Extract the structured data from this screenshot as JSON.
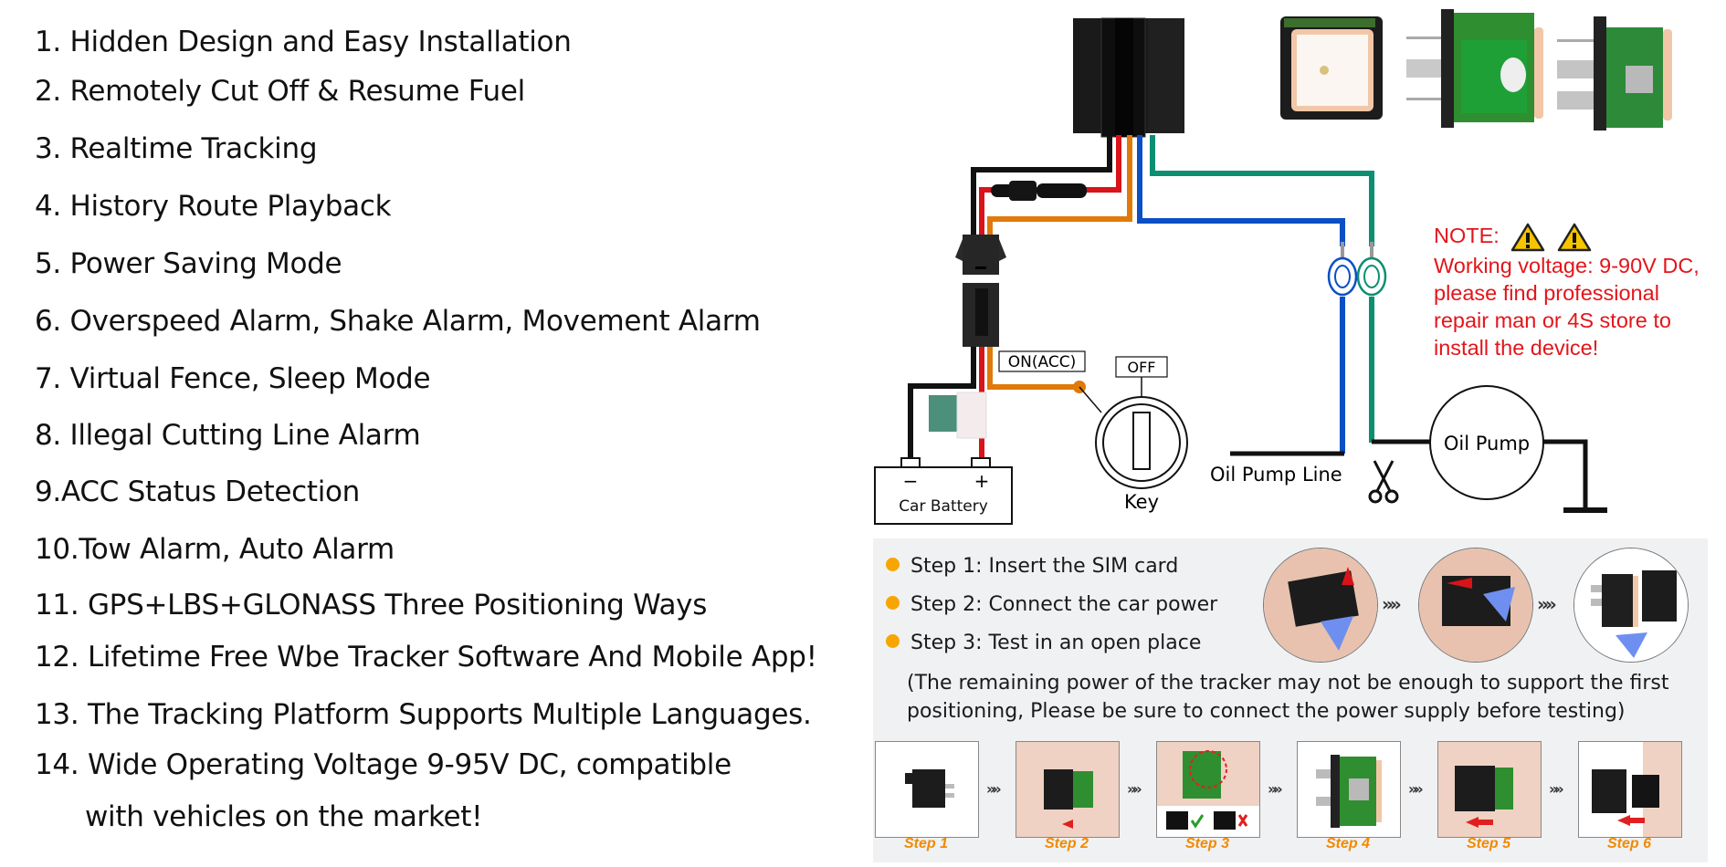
{
  "features": [
    {
      "text": "1. Hidden Design and Easy Installation"
    },
    {
      "text": "2. Remotely Cut Off & Resume Fuel"
    },
    {
      "text": "3. Realtime Tracking"
    },
    {
      "text": "4. History Route Playback"
    },
    {
      "text": "5. Power Saving Mode"
    },
    {
      "text": "6. Overspeed Alarm, Shake Alarm, Movement Alarm"
    },
    {
      "text": "7. Virtual Fence, Sleep Mode"
    },
    {
      "text": "8. Illegal Cutting Line Alarm"
    },
    {
      "text": "9.ACC Status Detection"
    },
    {
      "text": "10.Tow Alarm, Auto Alarm"
    },
    {
      "text": "11. GPS+LBS+GLONASS Three Positioning Ways"
    },
    {
      "text": "12. Lifetime Free Wbe Tracker Software And Mobile App!"
    },
    {
      "text": "13. The Tracking Platform Supports Multiple Languages."
    },
    {
      "text": "14. Wide Operating Voltage 9-95V DC, compatible"
    },
    {
      "text": "with vehicles on the market!"
    }
  ],
  "diagram": {
    "labels": {
      "on_acc": "ON(ACC)",
      "off": "OFF",
      "key": "Key",
      "battery": "Car Battery",
      "battery_minus": "−",
      "battery_plus": "+",
      "oil_pump_line": "Oil Pump Line",
      "oil_pump": "Oil Pump"
    },
    "wire_colors": {
      "black": "#111111",
      "red": "#d8141a",
      "orange": "#e07a0a",
      "blue": "#0a4fc4",
      "green": "#0b8f70"
    },
    "icons": [
      "gps-tracker-module",
      "inline-fuse",
      "connector-plug",
      "blade-fuse",
      "ring-terminal-blue",
      "ring-terminal-green",
      "scissors-icon",
      "ground-symbol"
    ]
  },
  "note": {
    "title": "NOTE:",
    "lines": [
      "Working voltage: 9-90V DC,",
      "please find professional",
      "repair man or 4S store to",
      "install the device!"
    ],
    "color": "#e3151a"
  },
  "steps": {
    "items": [
      {
        "text": "Step 1: Insert the SIM card"
      },
      {
        "text": "Step 2: Connect the car power"
      },
      {
        "text": "Step 3: Test in an open place"
      }
    ],
    "remark_lines": [
      "(The remaining power of the tracker may not be enough to support the first",
      "positioning, Please be sure to connect the power supply before testing)"
    ],
    "bullet_color": "#f7a600",
    "chevron": "»»",
    "photo_steps": [
      {
        "label": "Step 1"
      },
      {
        "label": "Step 2"
      },
      {
        "label": "Step 3"
      },
      {
        "label": "Step 4"
      },
      {
        "label": "Step 5"
      },
      {
        "label": "Step 6"
      }
    ],
    "label_color": "#f08a00"
  }
}
